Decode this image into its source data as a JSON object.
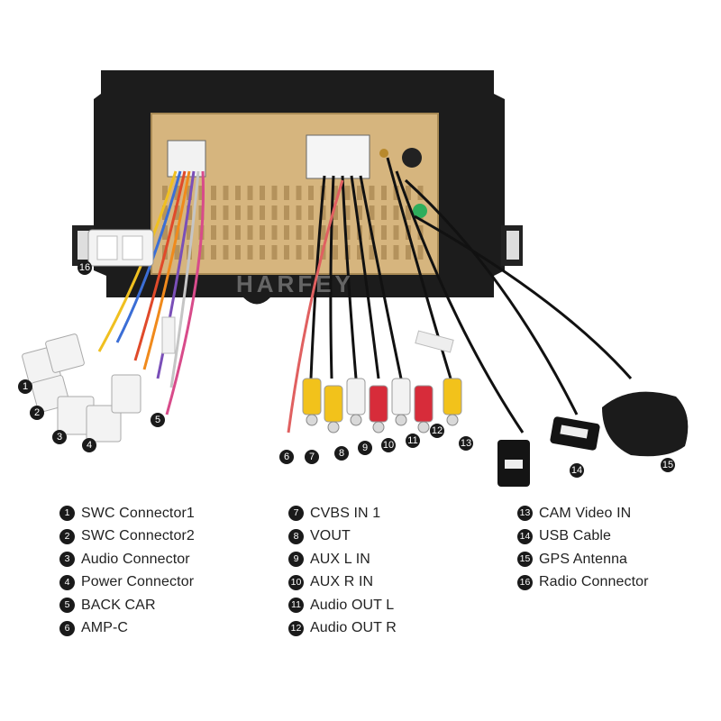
{
  "watermark": "HARFEY",
  "palette": {
    "chassis": "#1c1c1c",
    "board": "#d6b57e",
    "rca_yellow": "#f2c21b",
    "rca_red": "#d72c3a",
    "rca_white": "#f2f2f2",
    "cable": "#111111",
    "gps_puck": "#1b1b1b"
  },
  "legend": [
    [
      {
        "num": "1",
        "label": "SWC Connector1"
      },
      {
        "num": "2",
        "label": "SWC Connector2"
      },
      {
        "num": "3",
        "label": "Audio Connector"
      },
      {
        "num": "4",
        "label": "Power Connector"
      },
      {
        "num": "5",
        "label": "BACK CAR"
      },
      {
        "num": "6",
        "label": "AMP-C"
      }
    ],
    [
      {
        "num": "7",
        "label": "CVBS IN 1"
      },
      {
        "num": "8",
        "label": "VOUT"
      },
      {
        "num": "9",
        "label": "AUX L IN"
      },
      {
        "num": "10",
        "label": "AUX R IN"
      },
      {
        "num": "11",
        "label": "Audio OUT L"
      },
      {
        "num": "12",
        "label": "Audio OUT R"
      }
    ],
    [
      {
        "num": "13",
        "label": "CAM Video IN"
      },
      {
        "num": "14",
        "label": "USB Cable"
      },
      {
        "num": "15",
        "label": "GPS Antenna"
      },
      {
        "num": "16",
        "label": "Radio Connector"
      }
    ]
  ],
  "callouts": [
    "1",
    "2",
    "3",
    "4",
    "5",
    "6",
    "7",
    "8",
    "9",
    "10",
    "11",
    "12",
    "13",
    "14",
    "15",
    "16"
  ]
}
